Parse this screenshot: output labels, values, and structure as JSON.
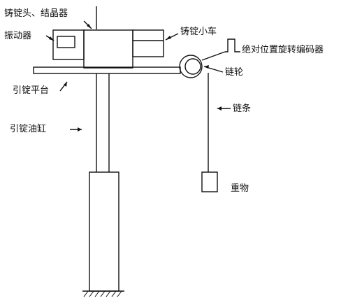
{
  "labels": {
    "head_mold": "铸锭头、结晶器",
    "vibrator": "振动器",
    "ingot_trolley": "铸锭小车",
    "encoder": "绝对位置旋转编码器",
    "sprocket": "链轮",
    "ingot_platform": "引锭平台",
    "chain": "链条",
    "ingot_cylinder": "引锭油缸",
    "weight": "重物"
  },
  "colors": {
    "line": "#111111",
    "background": "#ffffff"
  }
}
